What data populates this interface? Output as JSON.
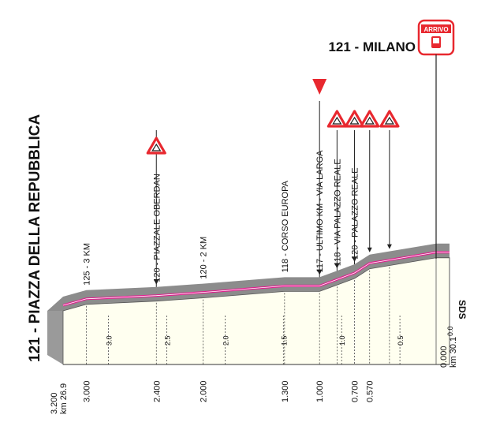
{
  "chart_data": {
    "type": "area",
    "title": "121 - PIAZZA DELLA REPUBBLICA",
    "finish": {
      "name": "121 - MILANO",
      "badge_text": "ARRIVO",
      "km_total": "km 30.1",
      "to_go": "0.000",
      "to_go_axis": "0.0"
    },
    "start": {
      "km": "km 26.9",
      "to_go": "3.200"
    },
    "sds_label": "SDS",
    "profile": {
      "distance_to_go_km": [
        3.2,
        3.0,
        2.4,
        2.0,
        1.3,
        1.0,
        0.85,
        0.7,
        0.57,
        0.3,
        0.0
      ],
      "altitude_m": [
        121,
        122,
        122.5,
        123,
        124,
        124,
        125,
        126,
        127.5,
        128.3,
        129.2
      ]
    },
    "axis_ticks": [
      "3.0",
      "2.5",
      "2.0",
      "1.5",
      "1.0",
      "0.5",
      "0.0"
    ],
    "points": [
      {
        "label": "125 - 3 KM",
        "to_go": "3.000",
        "d": 3.0,
        "tri": false,
        "arrow": false
      },
      {
        "label": "120 - PIAZZALE OBERDAN",
        "to_go": "2.400",
        "d": 2.4,
        "tri": true,
        "arrow": true
      },
      {
        "label": "120 - 2 KM",
        "to_go": "2.000",
        "d": 2.0,
        "tri": false,
        "arrow": false
      },
      {
        "label": "118 - CORSO EUROPA",
        "to_go": "1.300",
        "d": 1.3,
        "tri": false,
        "arrow": false
      },
      {
        "label": "117 - ULTIMO KM - VIA LARGA",
        "to_go": "1.000",
        "d": 1.0,
        "tri": false,
        "arrow": true,
        "flag": true
      },
      {
        "label": "118 - VIA PALAZZO REALE",
        "to_go": "",
        "d": 0.85,
        "tri": true,
        "arrow": true
      },
      {
        "label": "120 - PALAZZO REALE",
        "to_go": "0.700",
        "d": 0.7,
        "tri": true,
        "arrow": true
      },
      {
        "label": "",
        "to_go": "0.570",
        "d": 0.57,
        "tri": true,
        "arrow": true
      },
      {
        "label": "",
        "to_go": "",
        "d": 0.4,
        "tri": true,
        "arrow": true
      }
    ],
    "colors": {
      "road": "#e0208f",
      "fill": "#fffff0",
      "side": "#9a9a9a",
      "top": "#8c8c8c",
      "warning": "#e8282f",
      "text": "#111111"
    }
  }
}
